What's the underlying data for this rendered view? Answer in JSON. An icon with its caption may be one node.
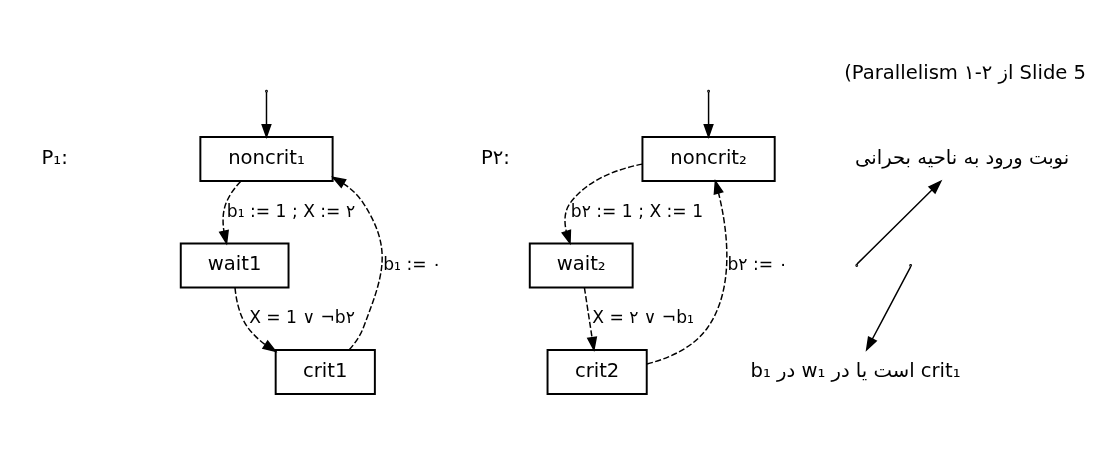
{
  "diagram": {
    "title": "(Parallelism ۱-۲ از Slide 5",
    "nodes": [
      {
        "text": [
          "noncrit₁"
        ]
      },
      {
        "text": [
          "wait1"
        ]
      },
      {
        "text": [
          "crit1"
        ]
      },
      {
        "text": [
          "noncrit₂"
        ]
      },
      {
        "text": [
          "wait₂"
        ]
      },
      {
        "text": [
          "crit2"
        ]
      },
      {
        "text": [
          "نوبت ورود به ناحیه بحرانی"
        ]
      },
      {
        "text": [
          "b₁ در w₁ است یا در crit₁"
        ]
      }
    ],
    "edges": [
      {
        "from": null,
        "to": 0,
        "arrow": "to"
      },
      {
        "from": 0,
        "to": 1,
        "arrow": "to",
        "style": "dashed",
        "label": "b₁ := 1 ; X := ۲"
      },
      {
        "from": 1,
        "to": 2,
        "arrow": "to",
        "style": "dashed",
        "label": "X = 1 ∨ ¬b۲"
      },
      {
        "from": 2,
        "to": 0,
        "arrow": "to",
        "style": "dashed",
        "label": "b₁ := ۰"
      },
      {
        "from": null,
        "to": 3,
        "arrow": "to"
      },
      {
        "from": 3,
        "to": 4,
        "arrow": "to",
        "style": "dashed",
        "label": "b۲ := 1 ; X := 1"
      },
      {
        "from": 4,
        "to": 5,
        "arrow": "to",
        "style": "dashed",
        "label": "X = ۲ ∨ ¬b₁"
      },
      {
        "from": 5,
        "to": 3,
        "arrow": "to",
        "style": "dashed",
        "label": "b۲ := ۰"
      },
      {
        "from": null,
        "to": 6,
        "arrow": "to"
      },
      {
        "from": null,
        "to": 7,
        "arrow": "to"
      }
    ],
    "labels": [
      "P₁:",
      "P۲:"
    ]
  }
}
